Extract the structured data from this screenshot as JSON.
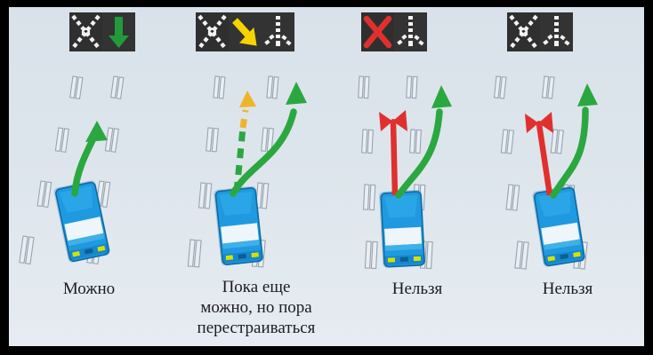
{
  "image": {
    "title": "Reversible lane signals and lane-change rules",
    "background_top": "#d9e2ea",
    "background_bottom": "#e6ecf1",
    "border_color": "#000000"
  },
  "colors": {
    "sign_panel": "#2f2f2f",
    "sign_panel_right": "#333333",
    "green_arrow": "#2aa83f",
    "green_sign_arrow": "#229a3c",
    "yellow_arrow": "#f5d400",
    "red_arrow": "#e0302e",
    "red_cross": "#e0302e",
    "dashed_fade": "#f0b429",
    "car_body": "#1f9ae0",
    "car_body_dark": "#0d7fc4",
    "car_glass": "#eef6fb",
    "lane_marking": "#9aa6b2",
    "caption_text": "#1c1c22"
  },
  "panels": [
    {
      "id": "panel-1",
      "caption": "Можно",
      "caption_lines": [
        "Можно"
      ],
      "sign": {
        "left_symbol": "white-dashed-x",
        "right_symbol": "green-down-arrow",
        "right_color": "#229a3c",
        "meaning": "lane open, green downward arrow"
      },
      "arrows": [
        {
          "name": "green-merge-arrow",
          "color": "#2aa83f",
          "style": "solid",
          "direction": "up-right"
        }
      ],
      "car": {
        "present": true,
        "color": "#1f9ae0",
        "rotation_deg": -12
      }
    },
    {
      "id": "panel-2",
      "caption": "Пока еще можно, но пора перестраиваться",
      "caption_lines": [
        "Пока еще",
        "можно, но пора",
        "перестраиваться"
      ],
      "sign": {
        "left_symbol": "white-dashed-x",
        "right_symbol": "yellow-diagonal-arrow",
        "right_color": "#f5d400",
        "meaning": "lane closing soon, yellow diagonal arrow"
      },
      "arrows": [
        {
          "name": "dashed-straight-arrow",
          "color": "#2aa83f",
          "tip_color": "#f0b429",
          "style": "dashed",
          "direction": "up"
        },
        {
          "name": "green-merge-arrow",
          "color": "#2aa83f",
          "style": "solid",
          "direction": "up-right"
        }
      ],
      "car": {
        "present": true,
        "color": "#1f9ae0",
        "rotation_deg": -6
      }
    },
    {
      "id": "panel-3",
      "caption": "Нельзя",
      "caption_lines": [
        "Нельзя"
      ],
      "sign": {
        "left_symbol": "red-x",
        "right_symbol": "white-dashed-arrow",
        "right_color": "#ffffff",
        "left_color": "#e0302e",
        "meaning": "lane closed, red X"
      },
      "arrows": [
        {
          "name": "red-blocked-arrow",
          "color": "#e0302e",
          "style": "solid-crossed",
          "direction": "up"
        },
        {
          "name": "green-merge-arrow",
          "color": "#2aa83f",
          "style": "solid",
          "direction": "up-right"
        }
      ],
      "car": {
        "present": true,
        "color": "#1f9ae0",
        "rotation_deg": -3
      }
    },
    {
      "id": "panel-4",
      "caption": "Нельзя",
      "caption_lines": [
        "Нельзя"
      ],
      "sign": {
        "left_symbol": "white-dashed-x",
        "right_symbol": "white-dashed-arrow",
        "right_color": "#ffffff",
        "meaning": "lane closed, dashed X"
      },
      "arrows": [
        {
          "name": "red-blocked-arrow",
          "color": "#e0302e",
          "style": "solid-crossed",
          "direction": "up"
        },
        {
          "name": "green-merge-arrow",
          "color": "#2aa83f",
          "style": "solid",
          "direction": "up-right"
        }
      ],
      "car": {
        "present": true,
        "color": "#1f9ae0",
        "rotation_deg": -9
      }
    }
  ]
}
